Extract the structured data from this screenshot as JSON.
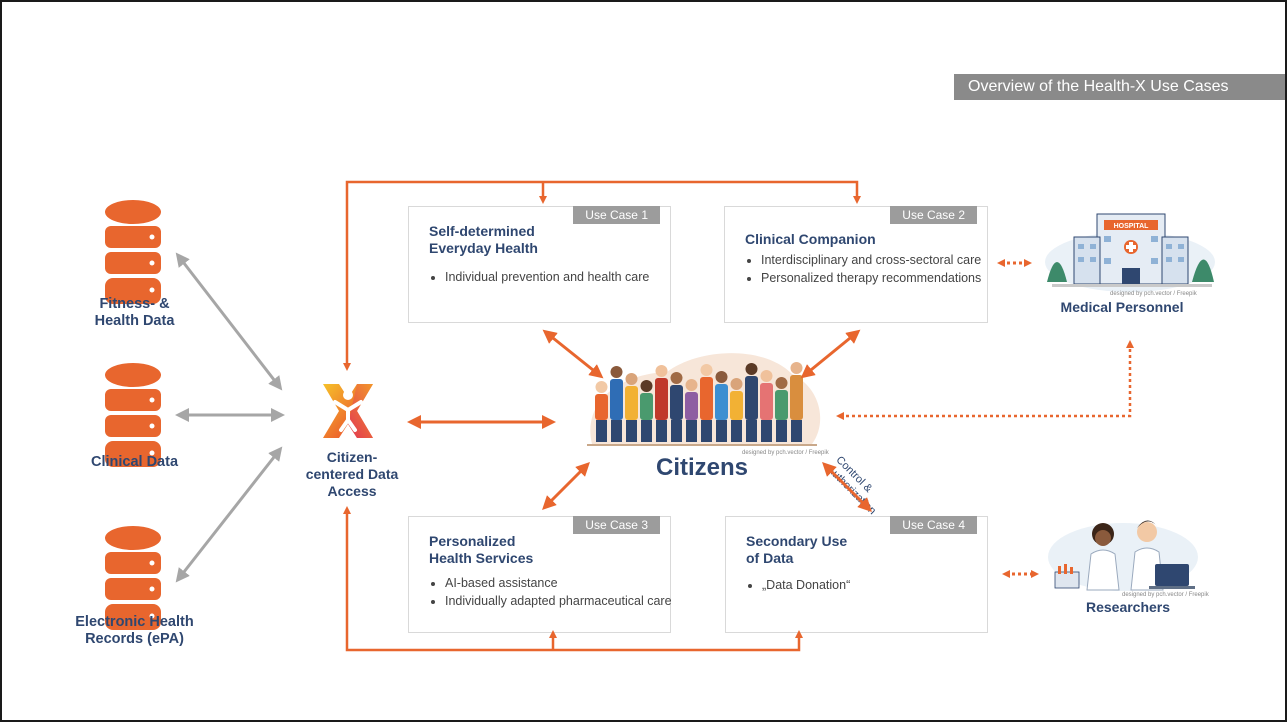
{
  "banner": "Overview of the Health-X Use Cases",
  "data_sources": [
    {
      "label": "Fitness- &\nHealth Data"
    },
    {
      "label": "Clinical Data"
    },
    {
      "label": "Electronic Health\nRecords (ePA)"
    }
  ],
  "hub": {
    "label": "Citizen-\ncentered Data\nAccess"
  },
  "use_cases": [
    {
      "tag": "Use Case 1",
      "title": "Self-determined\nEveryday Health",
      "items": [
        "Individual prevention and health care"
      ]
    },
    {
      "tag": "Use Case 2",
      "title": "Clinical Companion",
      "items": [
        "Interdisciplinary and cross-sectoral care",
        "Personalized therapy recommendations"
      ]
    },
    {
      "tag": "Use Case 3",
      "title": "Personalized\nHealth Services",
      "items": [
        "AI-based assistance",
        "Individually adapted pharmaceutical care"
      ]
    },
    {
      "tag": "Use Case 4",
      "title": "Secondary Use\nof Data",
      "items": [
        "„Data Donation“"
      ]
    }
  ],
  "citizens": {
    "label": "Citizens",
    "credit": "designed by pch.vector / Freepik"
  },
  "medical": {
    "label": "Medical Personnel",
    "credit": "designed by pch.vector / Freepik",
    "sign": "HOSPITAL"
  },
  "researchers": {
    "label": "Researchers",
    "credit": "designed by pch.vector / Freepik"
  },
  "control_label": "Control &\nAuthorization",
  "colors": {
    "accent": "#e8662e",
    "gray_arrow": "#a6a6a6",
    "navy": "#2f4770",
    "banner": "#8a8a8a"
  }
}
